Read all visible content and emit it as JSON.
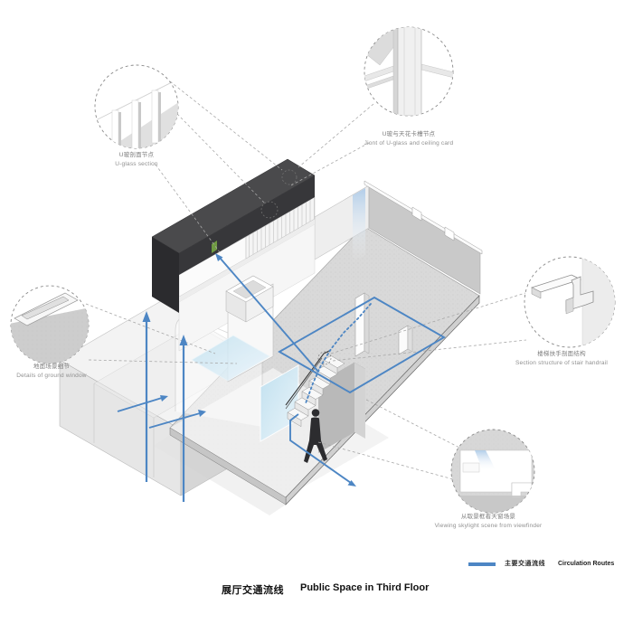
{
  "title": {
    "zh": "展厅交通流线",
    "en": "Public Space in Third Floor"
  },
  "legend": {
    "label_zh": "主要交通流线",
    "label_en": "Circulation Routes",
    "route_color": "#4d86c4"
  },
  "callouts": {
    "u_glass_section": {
      "zh": "U玻剖面节点",
      "en": "U-glass section"
    },
    "ceiling_joint": {
      "zh": "U玻与天花卡槽节点",
      "en": "Jiont of U-glass and ceiling card"
    },
    "ground_window": {
      "zh": "地面场景细节",
      "en": "Details of ground window"
    },
    "stair_handrail": {
      "zh": "楼梯扶手剖面结构",
      "en": "Section structure of stair handrail"
    },
    "skylight_view": {
      "zh": "从取景框看天窗场景",
      "en": "Viewing skylight scene from viewfinder"
    }
  },
  "colors": {
    "route_blue": "#4d86c4",
    "dark_roof": "#3a3a3c",
    "concrete_floor": "#d9d9d9",
    "glass_blue": "#cfe6f2",
    "leader_gray": "#a8a8a8"
  }
}
